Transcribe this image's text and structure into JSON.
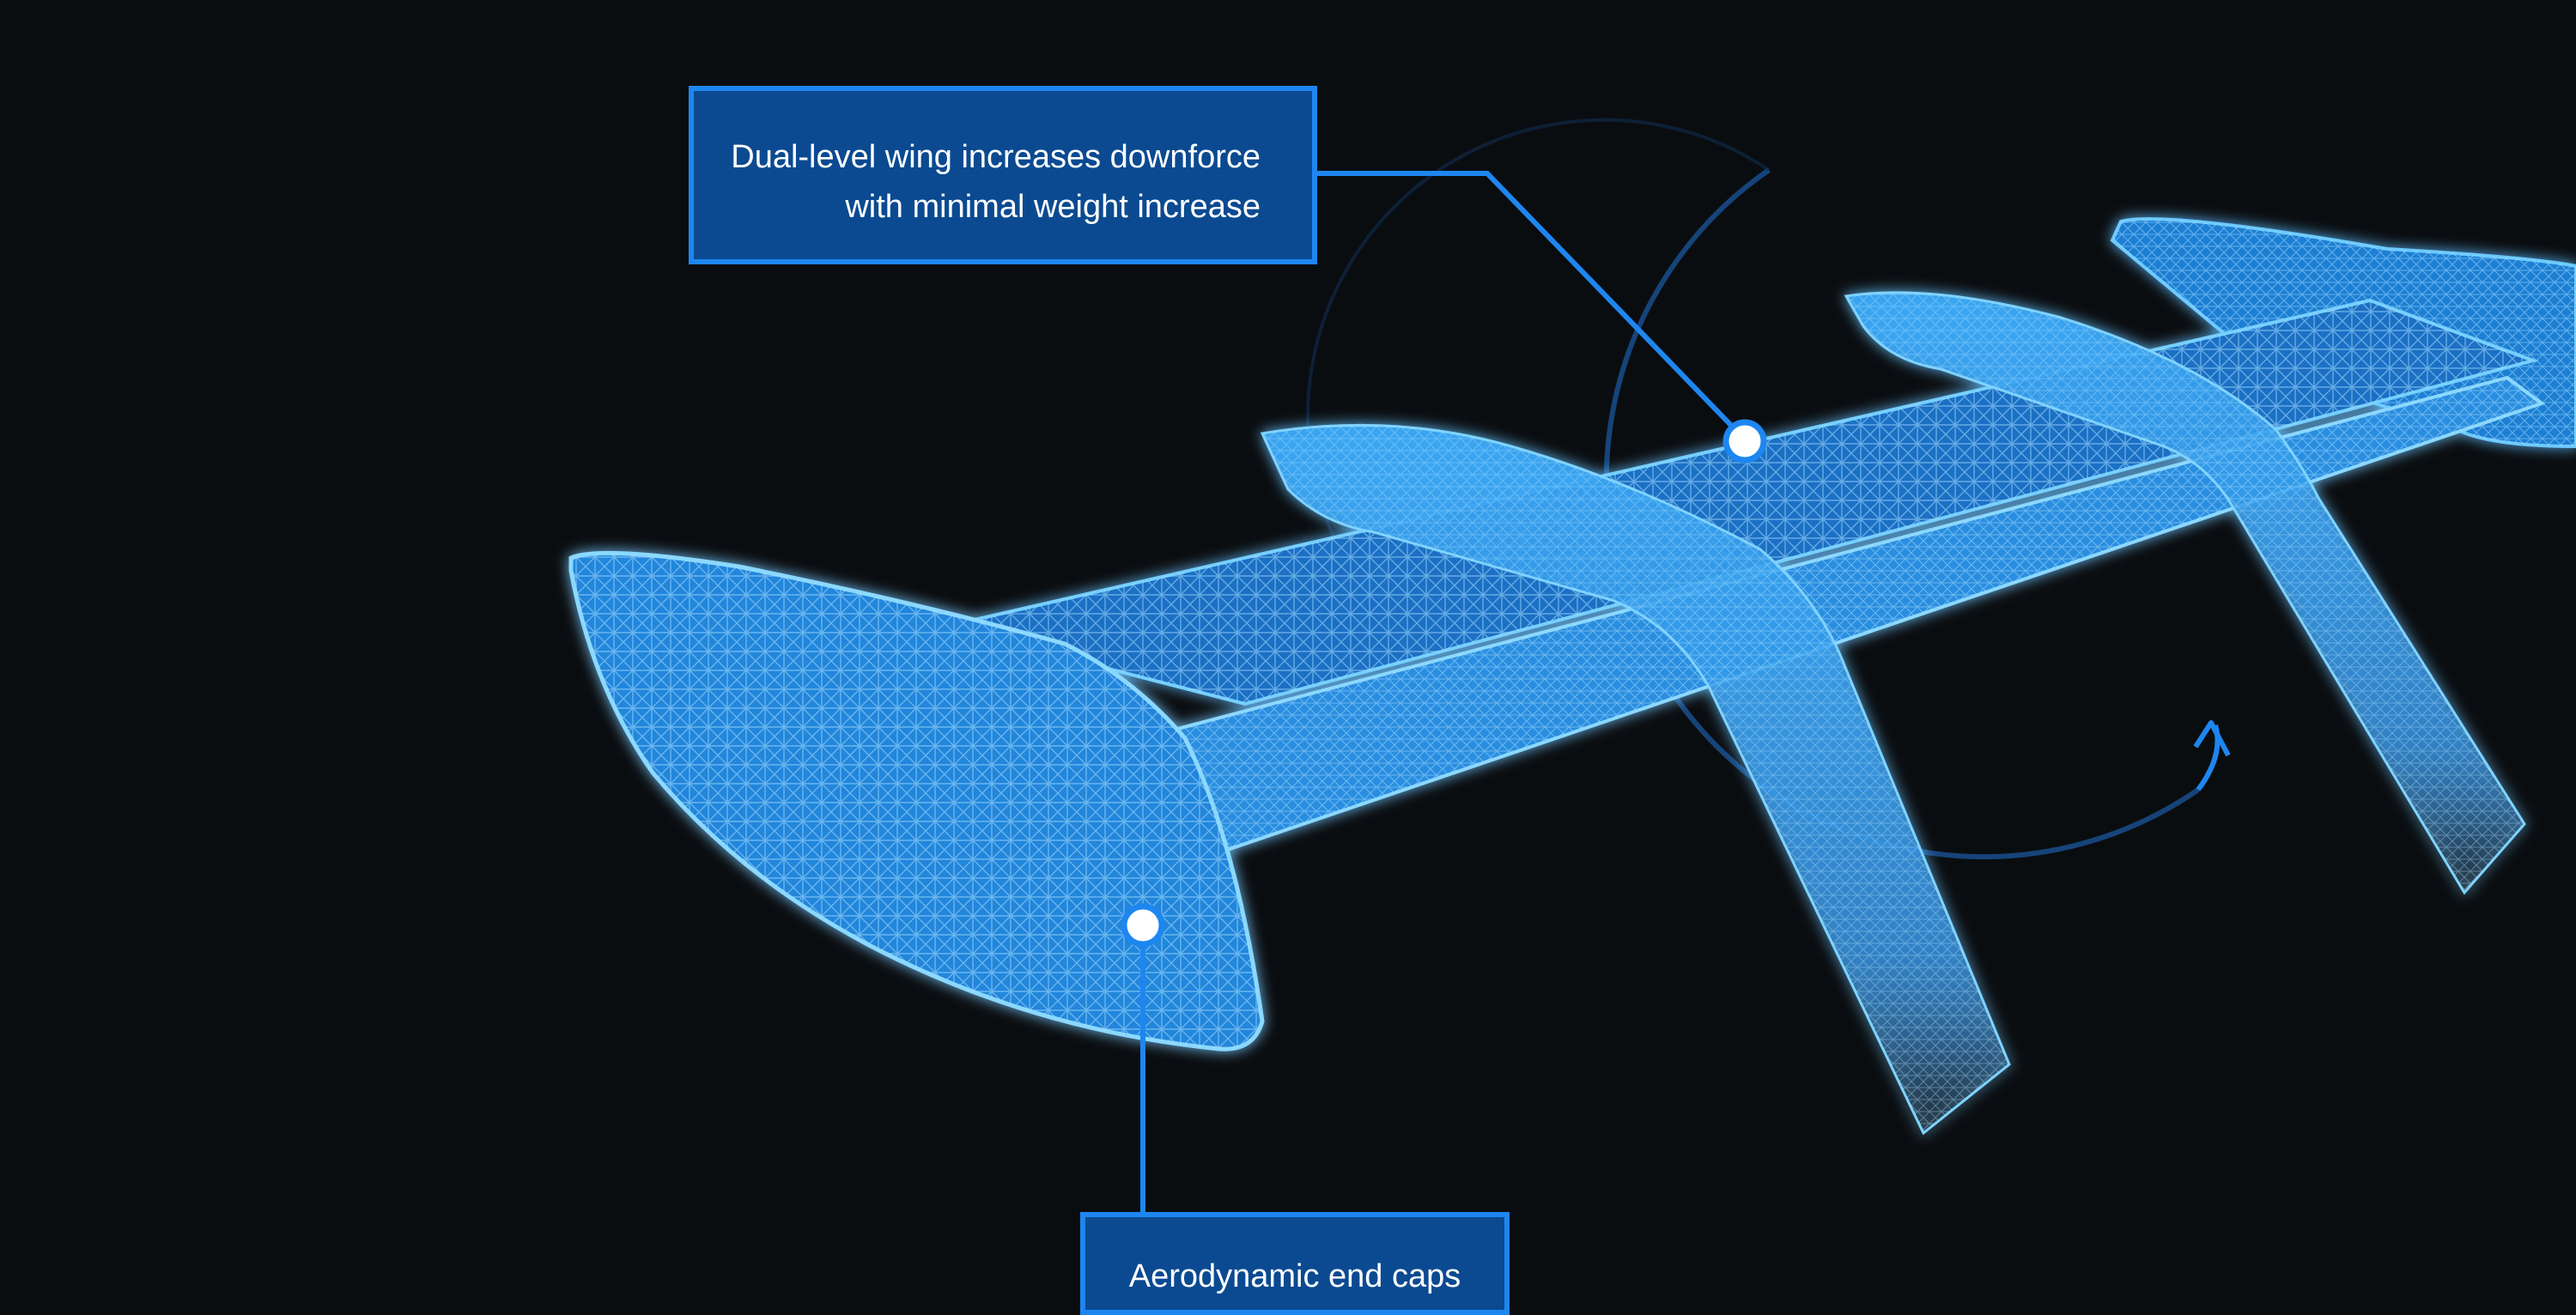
{
  "annotations": {
    "top": {
      "line1": "Dual-level wing increases downforce",
      "line2": "with minimal weight increase"
    },
    "bottom": {
      "line1": "Aerodynamic end caps"
    }
  },
  "colors": {
    "background": "#0a0d10",
    "callout_fill": "#0b4a91",
    "callout_border": "#1e86f0",
    "wireframe": "#4cb8ff",
    "marker": "#ffffff"
  },
  "icons": {
    "marker": "marker-dot",
    "rotation": "rotate-arrow-icon"
  }
}
